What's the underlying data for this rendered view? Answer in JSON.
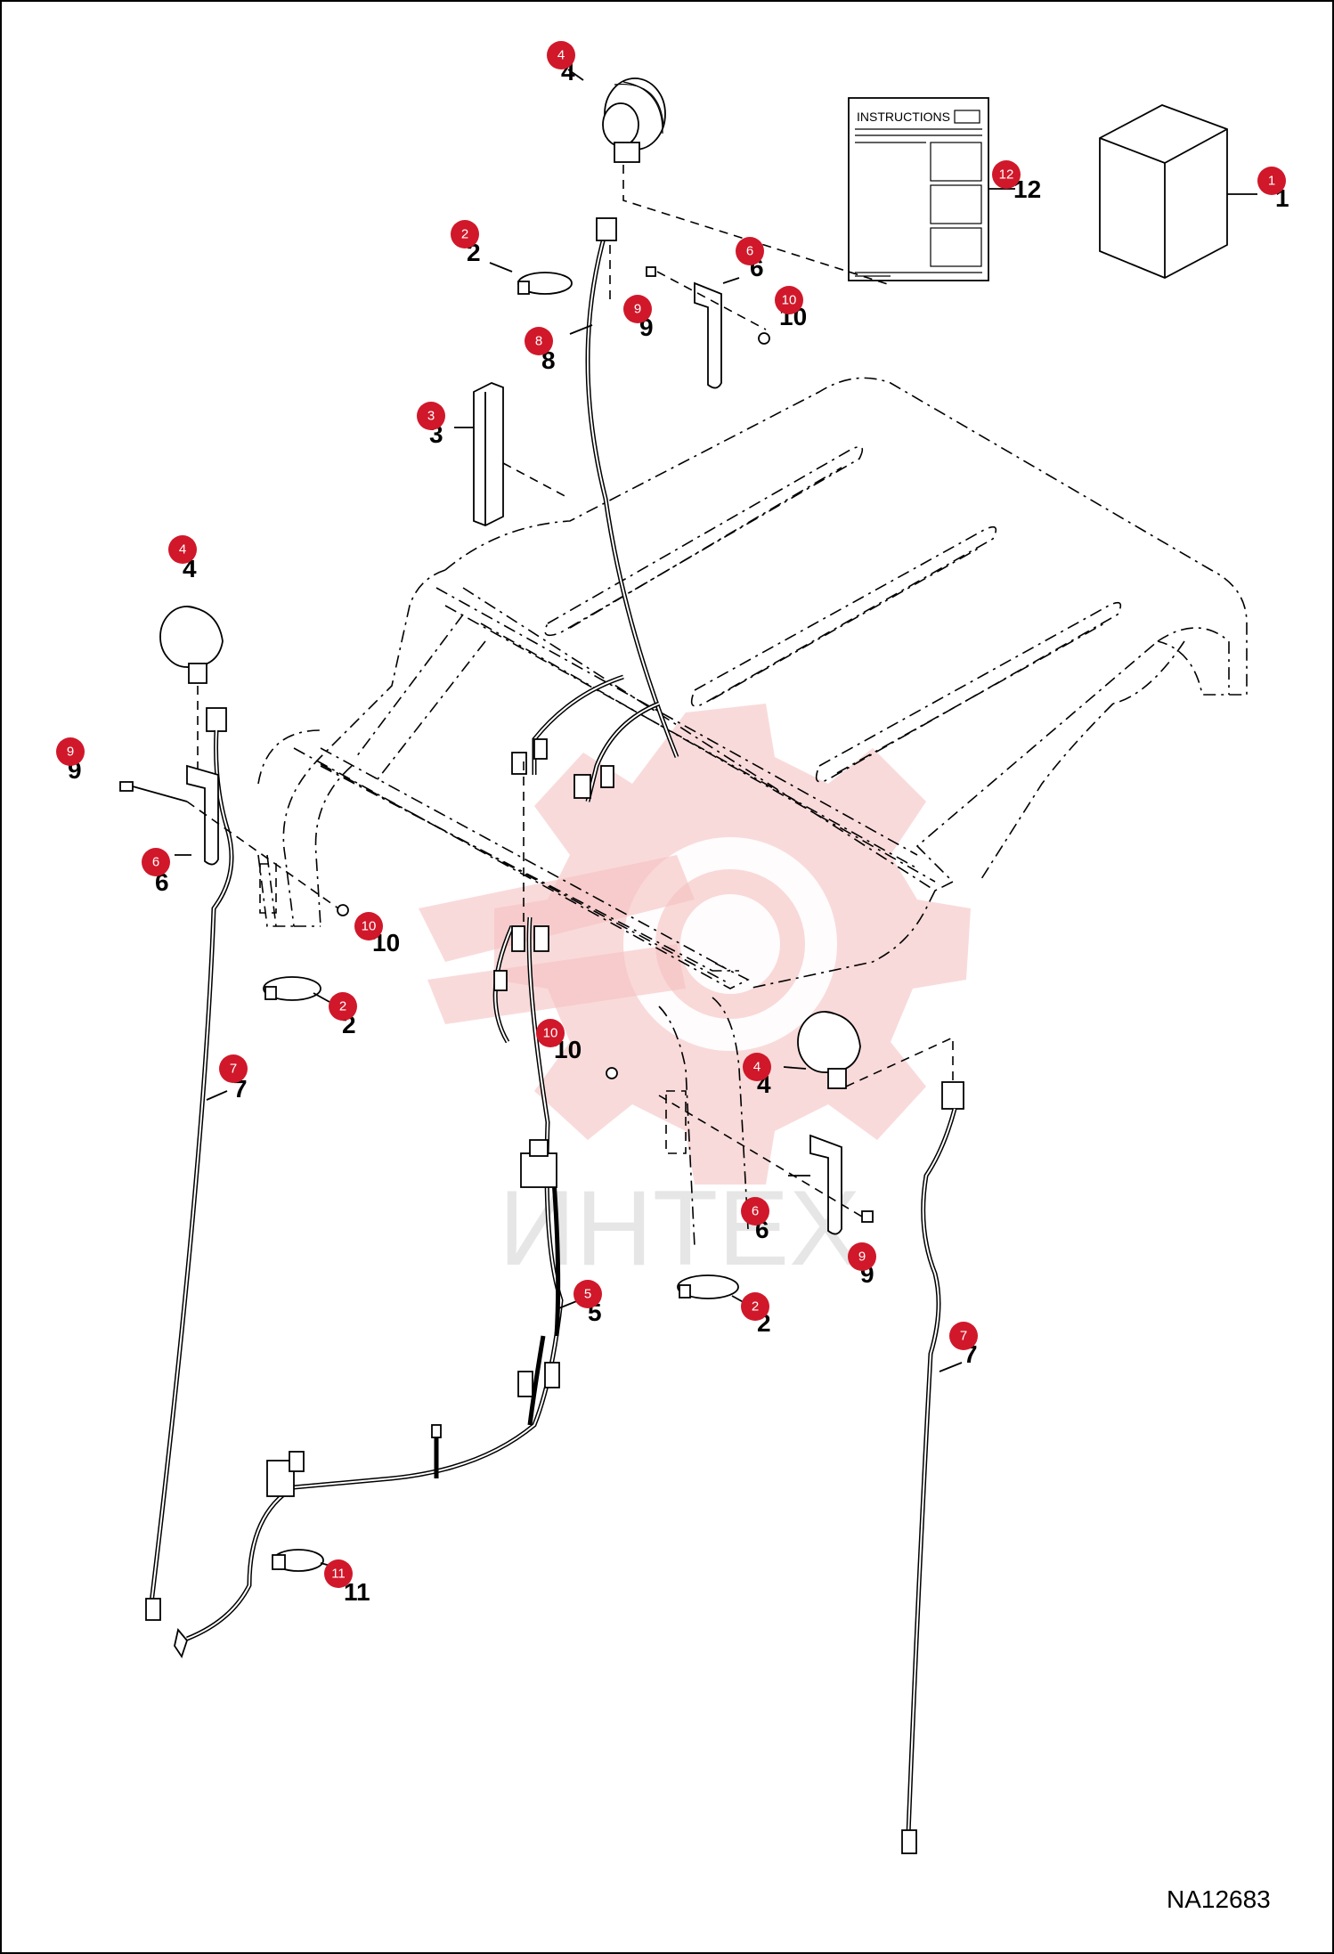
{
  "drawing_id": "NA12683",
  "instructions_label": "INSTRUCTIONS",
  "watermark_text": "ИНТЕХ",
  "callout_color": "#d0182a",
  "watermark_color": "#f3b5b5",
  "callouts": [
    {
      "id": "c4-top",
      "num": "4",
      "tag": "4"
    },
    {
      "id": "c12",
      "num": "12",
      "tag": "12"
    },
    {
      "id": "c1",
      "num": "1",
      "tag": "1"
    },
    {
      "id": "c2-top",
      "num": "2",
      "tag": "2"
    },
    {
      "id": "c6-top",
      "num": "6",
      "tag": "6"
    },
    {
      "id": "c9-top",
      "num": "9",
      "tag": "9"
    },
    {
      "id": "c10-top",
      "num": "10",
      "tag": "10"
    },
    {
      "id": "c8",
      "num": "8",
      "tag": "8"
    },
    {
      "id": "c3",
      "num": "3",
      "tag": "3"
    },
    {
      "id": "c4-left",
      "num": "4",
      "tag": "4"
    },
    {
      "id": "c9-left",
      "num": "9",
      "tag": "9"
    },
    {
      "id": "c6-left",
      "num": "6",
      "tag": "6"
    },
    {
      "id": "c10-left",
      "num": "10",
      "tag": "10"
    },
    {
      "id": "c2-left",
      "num": "2",
      "tag": "2"
    },
    {
      "id": "c7-left",
      "num": "7",
      "tag": "7"
    },
    {
      "id": "c10-mid",
      "num": "10",
      "tag": "10"
    },
    {
      "id": "c4-right",
      "num": "4",
      "tag": "4"
    },
    {
      "id": "c6-right",
      "num": "6",
      "tag": "6"
    },
    {
      "id": "c9-right",
      "num": "9",
      "tag": "9"
    },
    {
      "id": "c5",
      "num": "5",
      "tag": "5"
    },
    {
      "id": "c2-right",
      "num": "2",
      "tag": "2"
    },
    {
      "id": "c7-right",
      "num": "7",
      "tag": "7"
    },
    {
      "id": "c11",
      "num": "11",
      "tag": "11"
    }
  ]
}
